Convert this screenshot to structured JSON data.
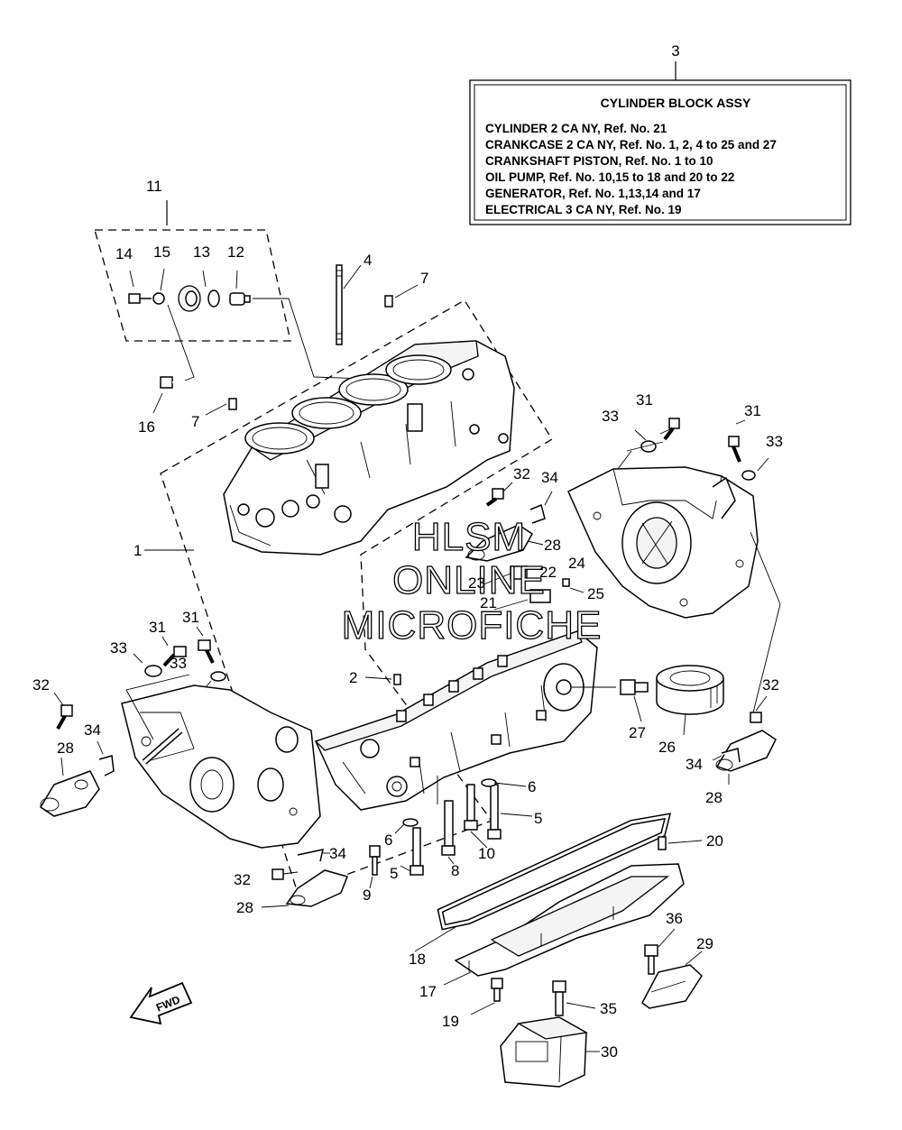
{
  "legend": {
    "ref_number": "3",
    "title": "CYLINDER BLOCK ASSY",
    "lines": [
      "CYLINDER 2 CA NY,   Ref. No. 21",
      "CRANKCASE 2 CA NY,  Ref. No. 1, 2, 4 to 25  and 27",
      "CRANKSHAFT PISTON, Ref. No. 1 to 10",
      "OIL PUMP,  Ref. No. 10,15 to 18 and 20 to 22",
      "GENERATOR,  Ref. No. 1,13,14 and 17",
      "ELECTRICAL 3 CA NY,  Ref. No. 19"
    ]
  },
  "watermark": {
    "line1": "HLSM",
    "line2": "ONLINE",
    "line3": "MICROFICHE"
  },
  "fwd_label": "FWD",
  "callouts": {
    "c1": "1",
    "c2": "2",
    "c4": "4",
    "c5a": "5",
    "c5b": "5",
    "c6a": "6",
    "c6b": "6",
    "c7a": "7",
    "c7b": "7",
    "c8": "8",
    "c9": "9",
    "c10": "10",
    "c11": "11",
    "c12": "12",
    "c13": "13",
    "c14": "14",
    "c15": "15",
    "c16": "16",
    "c17": "17",
    "c18": "18",
    "c19": "19",
    "c20": "20",
    "c21": "21",
    "c22": "22",
    "c23": "23",
    "c24": "24",
    "c25": "25",
    "c26": "26",
    "c27": "27",
    "c28a": "28",
    "c28b": "28",
    "c28c": "28",
    "c28d": "28",
    "c29": "29",
    "c30": "30",
    "c31a": "31",
    "c31b": "31",
    "c31c": "31",
    "c31d": "31",
    "c32a": "32",
    "c32b": "32",
    "c32c": "32",
    "c32d": "32",
    "c33a": "33",
    "c33b": "33",
    "c33c": "33",
    "c33d": "33",
    "c34a": "34",
    "c34b": "34",
    "c34c": "34",
    "c34d": "34",
    "c35": "35",
    "c36": "36"
  }
}
